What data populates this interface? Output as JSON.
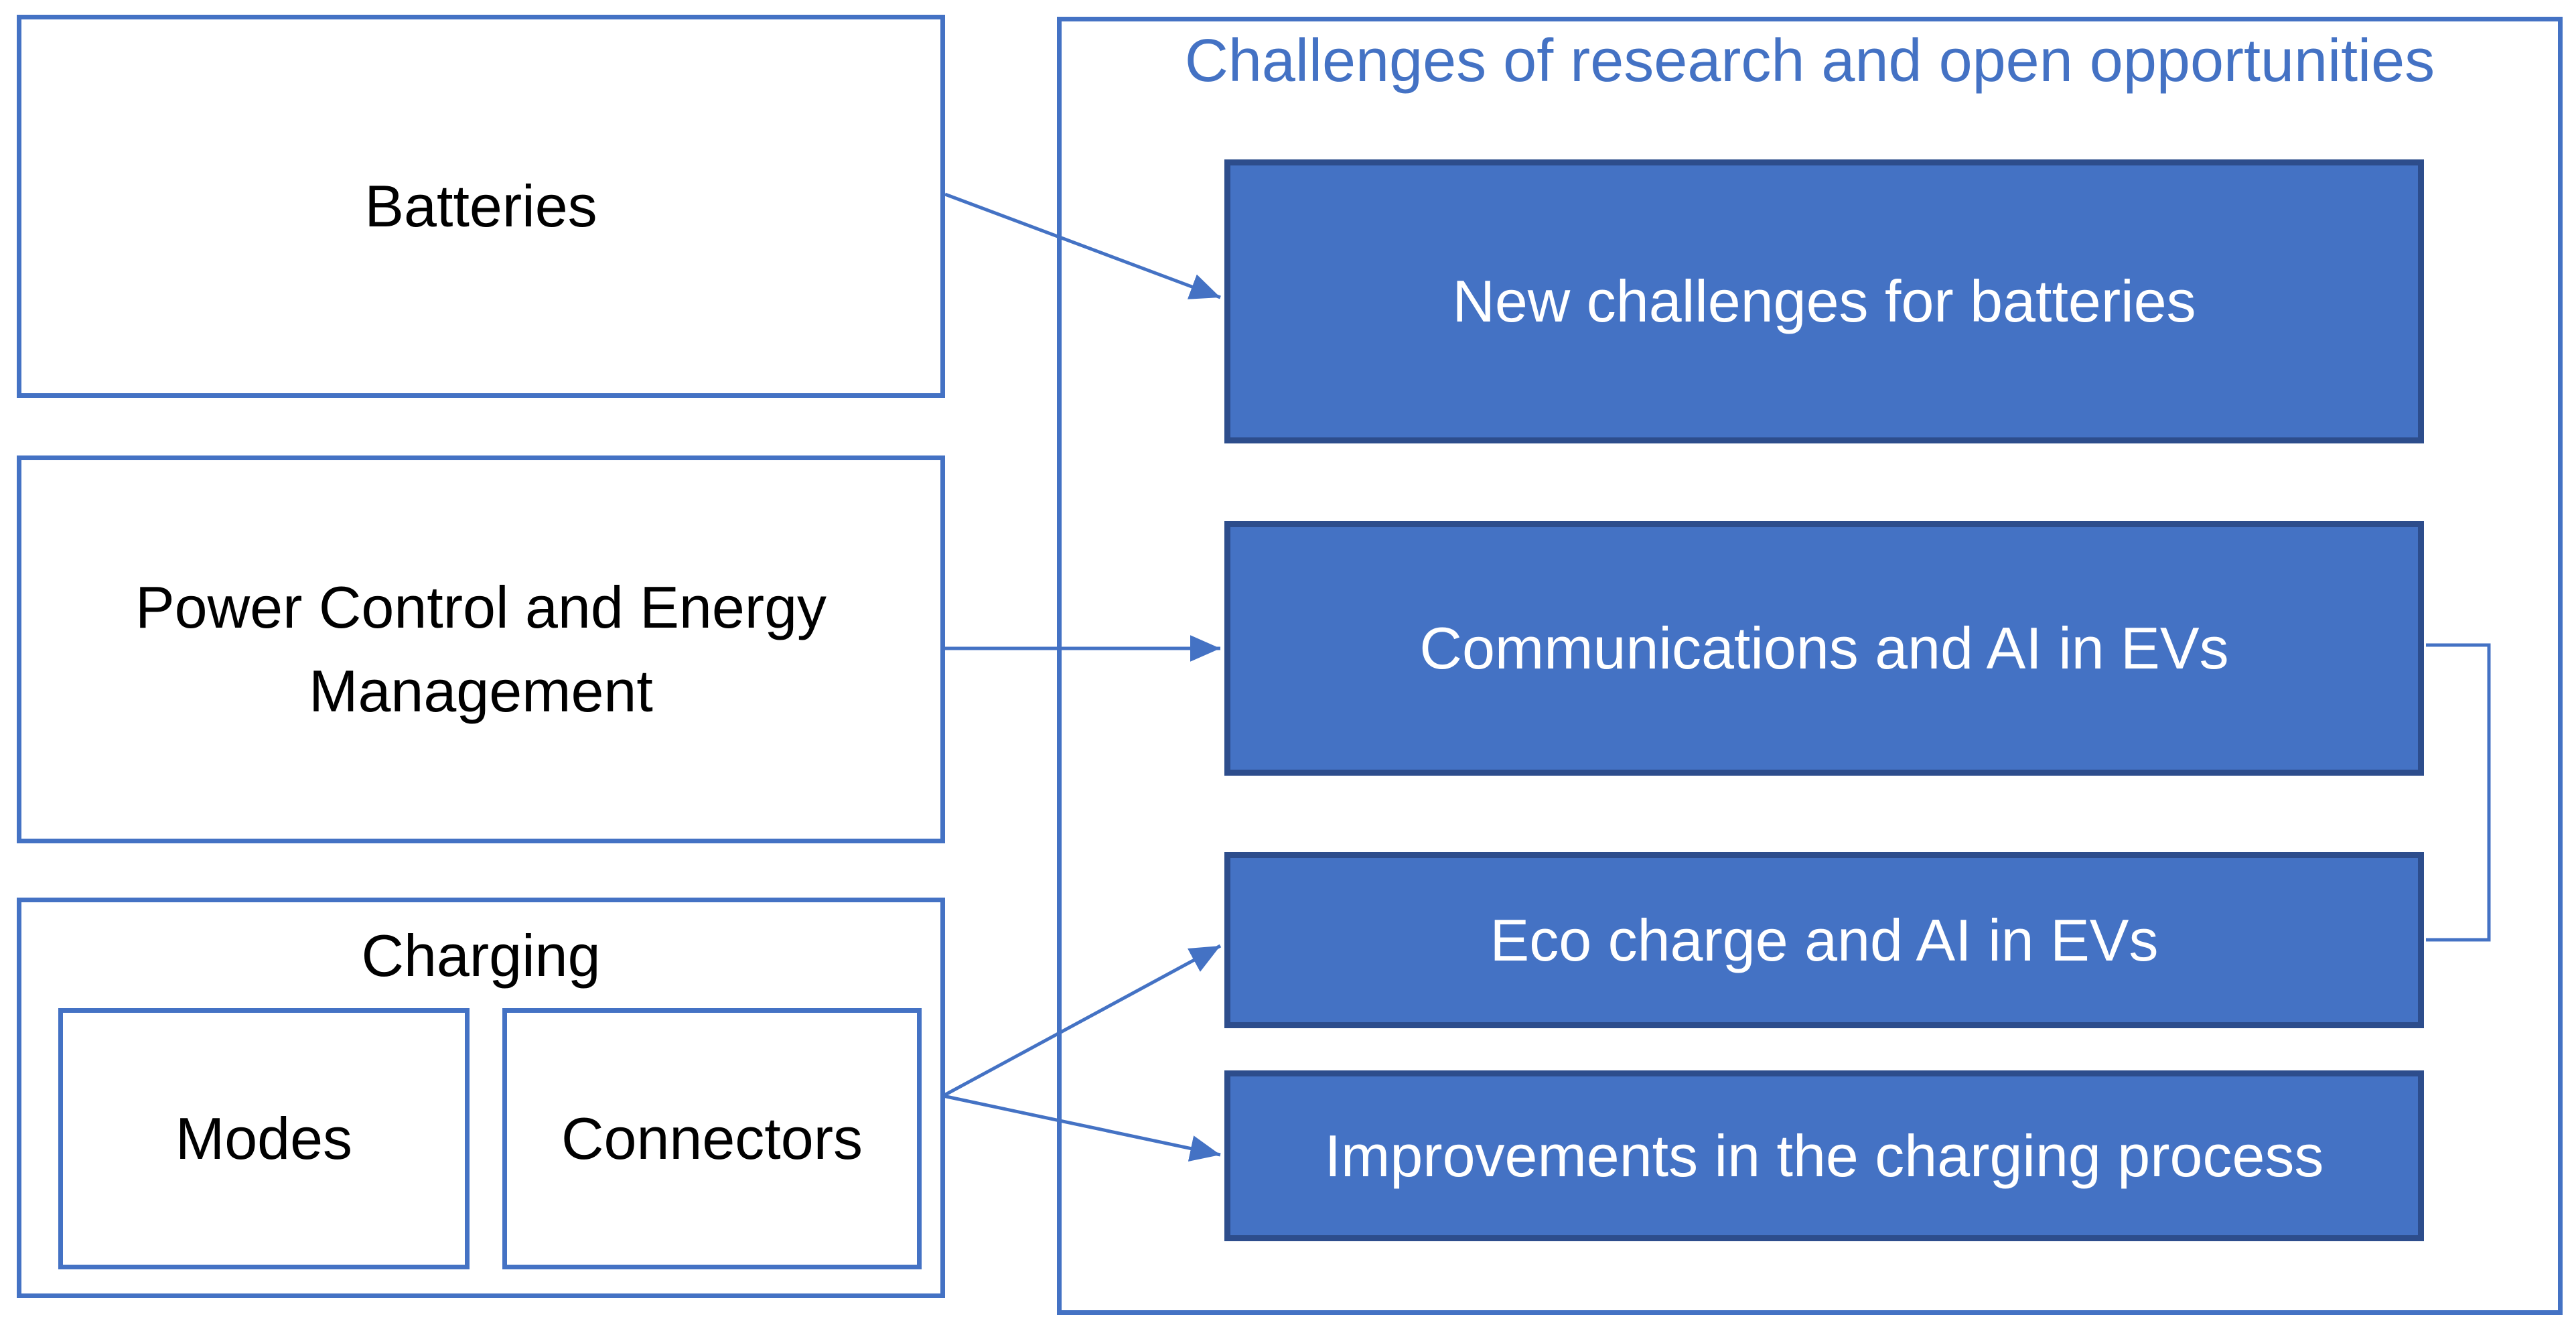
{
  "diagram": {
    "left_column": {
      "boxes": [
        {
          "id": "batteries",
          "label": "Batteries"
        },
        {
          "id": "power",
          "label": "Power Control and Energy Management"
        },
        {
          "id": "charging",
          "label": "Charging",
          "children": [
            {
              "id": "modes",
              "label": "Modes"
            },
            {
              "id": "connectors",
              "label": "Connectors"
            }
          ]
        }
      ]
    },
    "right_panel": {
      "title": "Challenges of research and open opportunities",
      "boxes": [
        {
          "id": "new-challenges",
          "label": "New challenges for batteries"
        },
        {
          "id": "communications",
          "label": "Communications and AI in EVs"
        },
        {
          "id": "eco-charge",
          "label": "Eco charge and AI in EVs"
        },
        {
          "id": "improvements",
          "label": "Improvements in the charging process"
        }
      ]
    },
    "relations": [
      {
        "from": "batteries",
        "to": "new-challenges",
        "type": "arrow"
      },
      {
        "from": "power",
        "to": "communications",
        "type": "arrow"
      },
      {
        "from": "charging",
        "to": "eco-charge",
        "type": "arrow"
      },
      {
        "from": "charging",
        "to": "improvements",
        "type": "arrow"
      },
      {
        "from": "communications",
        "to": "eco-charge",
        "type": "side-bracket"
      }
    ],
    "colors": {
      "accent_blue": "#4472C4",
      "challenge_fill": "#4472C4",
      "challenge_border": "#2D4D8C",
      "title_text": "#4472C4",
      "label_text": "#000000",
      "challenge_text": "#FFFFFF",
      "background": "#FFFFFF"
    }
  }
}
